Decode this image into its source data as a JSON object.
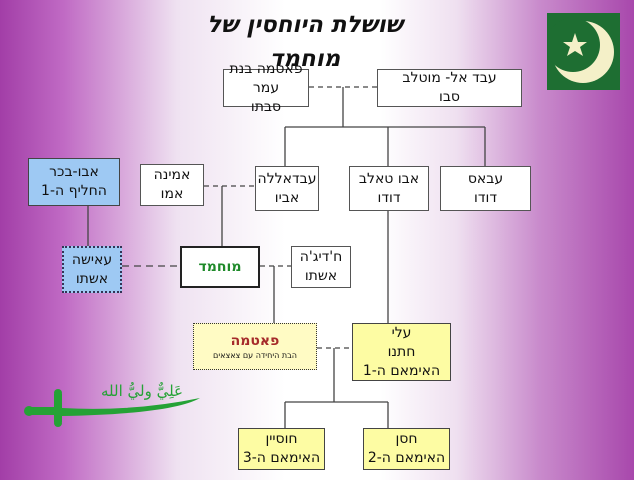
{
  "title": "שושלת היוחסין של מוחמד",
  "nodes": {
    "fatima_bint_amr": {
      "line1": "פאטמה בנת עמר",
      "line2": "סבתו"
    },
    "abd_al_muttalib": {
      "line1": "עבד אל- מוטלב",
      "line2": "סבו"
    },
    "abu_bakr": {
      "line1": "אבו-בכר",
      "line2": "החליף ה-1"
    },
    "amina": {
      "line1": "אמינה",
      "line2": "אמו"
    },
    "abdallah": {
      "line1": "עבדאללה",
      "line2": "אביו"
    },
    "abu_talib": {
      "line1": "אבו טאלב",
      "line2": "דודו"
    },
    "abbas": {
      "line1": "עבאס",
      "line2": "דודו"
    },
    "aisha": {
      "line1": "עאישה",
      "line2": "אשתו"
    },
    "muhammad": {
      "line1": "מוחמד"
    },
    "khadija": {
      "line1": "ח'דיג'ה",
      "line2": "אשתו"
    },
    "fatima": {
      "line1": "פאטמה",
      "line2": "הבת היחידה עם צאצאים"
    },
    "ali": {
      "line1": "עלי",
      "line2": "חתנו",
      "line3": "האימאם ה-1"
    },
    "husayn": {
      "line1": "חוסיין",
      "line2": "האימאם ה-3"
    },
    "hasan": {
      "line1": "חסן",
      "line2": "האימאם ה-2"
    }
  },
  "emblem": {
    "icon": "crescent-star-icon",
    "background": "#1e6e32",
    "symbol_color": "#f4f0c8"
  },
  "sword": {
    "icon": "sword-icon",
    "calligraphy": "عَلِيٌّ وليُّ الله",
    "color": "#25a236"
  },
  "colors": {
    "blue_box": "#9ec9f3",
    "yellow_box": "#fdfca3",
    "green_text": "#1f8a2a",
    "red_text": "#a52a2a"
  }
}
